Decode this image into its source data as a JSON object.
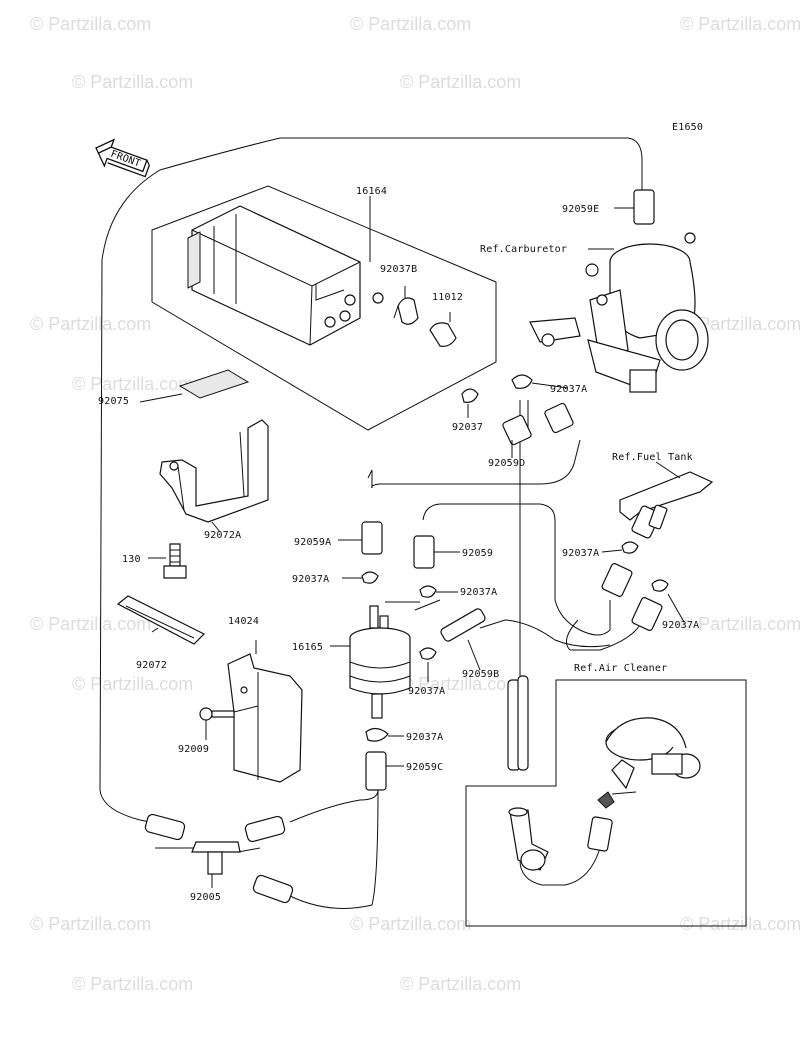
{
  "watermark": {
    "text": "© Partzilla.com"
  },
  "diagram_code": "E1650",
  "front_label": "FRONT",
  "refs": {
    "carburetor": "Ref.Carburetor",
    "fuel_tank": "Ref.Fuel Tank",
    "air_cleaner": "Ref.Air Cleaner"
  },
  "parts": {
    "p16164": "16164",
    "p92059E": "92059E",
    "p92037B": "92037B",
    "p11012": "11012",
    "p92075": "92075",
    "p92037A_1": "92037A",
    "p92037": "92037",
    "p92059D": "92059D",
    "p92059A": "92059A",
    "p92072A": "92072A",
    "p92059": "92059",
    "p130": "130",
    "p92037A_2": "92037A",
    "p92037A_3": "92037A",
    "p92037A_4": "92037A",
    "p92037A_5": "92037A",
    "p14024": "14024",
    "p16165": "16165",
    "p92072": "92072",
    "p92037A_6": "92037A",
    "p92059B": "92059B",
    "p92009": "92009",
    "p92037A_7": "92037A",
    "p92059C": "92059C",
    "p92005": "92005"
  }
}
